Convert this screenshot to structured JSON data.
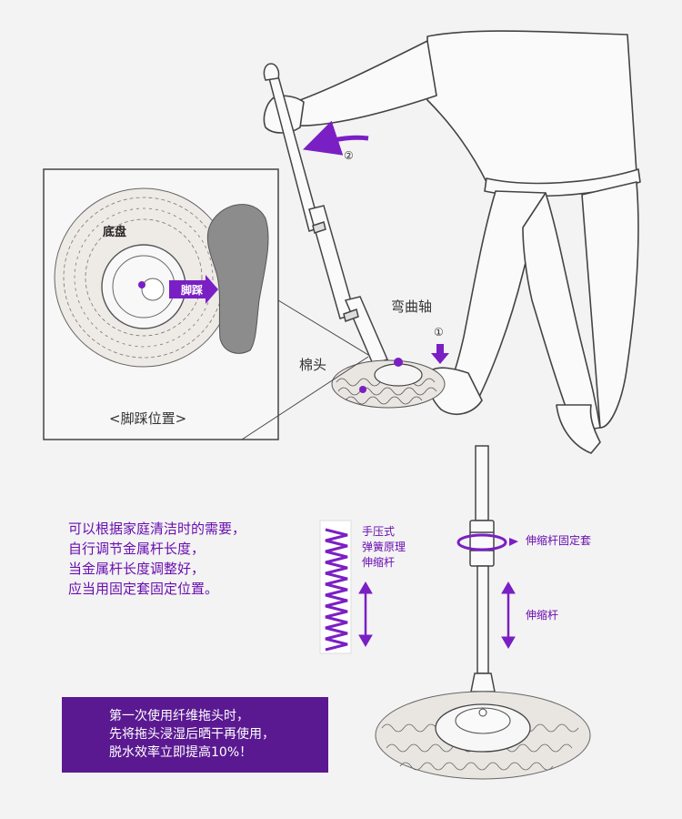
{
  "inset": {
    "chassis_label": "底盘",
    "pedal_label": "脚踩",
    "caption": "<脚踩位置>"
  },
  "labels": {
    "bent_shaft": "弯曲轴",
    "cotton_head": "棉头",
    "step_one": "①",
    "step_two": "②"
  },
  "instructions": {
    "lines": [
      "可以根据家庭清洁时的需要，",
      "自行调节金属杆长度，",
      "当金属杆长度调整好，",
      "应当用固定套固定位置。"
    ]
  },
  "spring_diagram": {
    "lines": [
      "手压式",
      "弹簧原理",
      "伸缩杆"
    ]
  },
  "pole_diagram": {
    "sleeve_label": "伸缩杆固定套",
    "pole_label": "伸缩杆"
  },
  "notice": {
    "lines": [
      "第一次使用纤维拖头时，",
      "先将拖头浸湿后晒干再使用，",
      "脱水效率立即提高10%！"
    ]
  },
  "colors": {
    "accent": "#7a1fc4",
    "notice_bg": "#5a1991",
    "text_purple": "#6a0fb0"
  }
}
